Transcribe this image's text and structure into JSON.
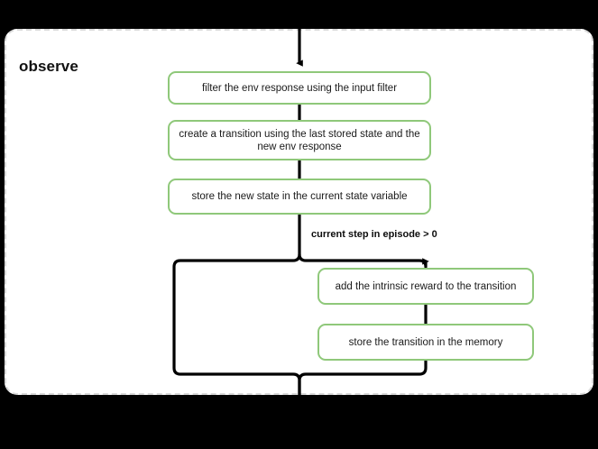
{
  "diagram": {
    "type": "flowchart",
    "group": {
      "title": "observe",
      "border_style": "dashed",
      "border_color": "#d9d9d9",
      "background": "#ffffff"
    },
    "node_border_color": "#8fc87a",
    "edge_color": "#000000",
    "nodes": [
      {
        "id": "filter",
        "label": "filter the env response using the input filter"
      },
      {
        "id": "create",
        "label": "create a transition using the last stored state and the new env response"
      },
      {
        "id": "store_state",
        "label": "store the new state in the current state variable"
      },
      {
        "id": "intrinsic",
        "label": "add the intrinsic reward to the transition"
      },
      {
        "id": "store_trans",
        "label": "store the transition in the memory"
      }
    ],
    "edges": [
      {
        "from": "external-top",
        "to": "filter",
        "label": ""
      },
      {
        "from": "filter",
        "to": "create",
        "label": ""
      },
      {
        "from": "create",
        "to": "store_state",
        "label": ""
      },
      {
        "from": "store_state",
        "to": "intrinsic",
        "label": "current step in episode > 0"
      },
      {
        "from": "store_state",
        "to": "merge",
        "label": ""
      },
      {
        "from": "intrinsic",
        "to": "store_trans",
        "label": ""
      },
      {
        "from": "store_trans",
        "to": "merge",
        "label": ""
      },
      {
        "from": "merge",
        "to": "external-bottom",
        "label": ""
      }
    ],
    "branch_label": "current step in episode > 0"
  }
}
